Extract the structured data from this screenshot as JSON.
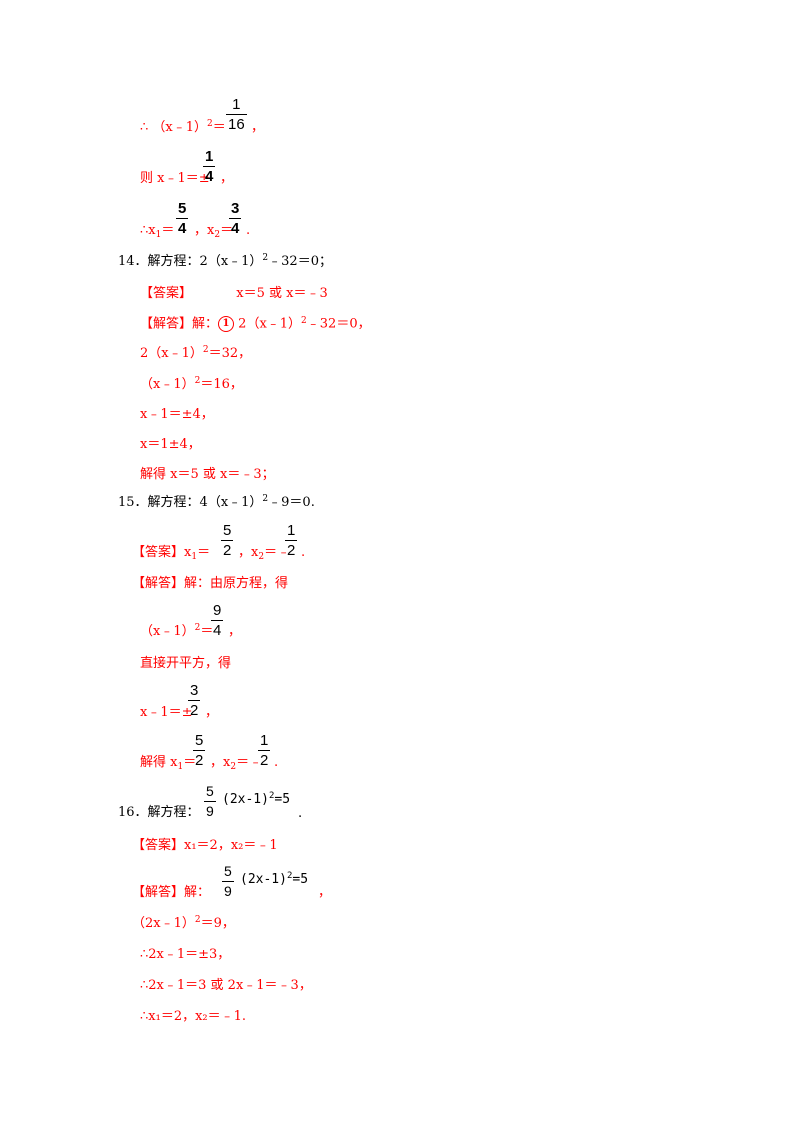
{
  "s1": {
    "therefore": "∴",
    "lhs": "（x﹣1）",
    "exp": "2",
    "eq": "＝",
    "frac": {
      "num": "1",
      "den": "16"
    },
    "tail": "，"
  },
  "s2": {
    "pre": "则 x﹣1＝±",
    "frac": {
      "num": "1",
      "den": "4"
    },
    "tail": "，"
  },
  "s3": {
    "therefore": "∴",
    "x1": "x",
    "x1sub": "1",
    "eq1": "＝",
    "frac1": {
      "num": "5",
      "den": "4"
    },
    "sep": "，",
    "x2": "x",
    "x2sub": "2",
    "eq2": "＝",
    "frac2": {
      "num": "3",
      "den": "4"
    },
    "tail": "."
  },
  "q14": {
    "num": "14．解方程：2（x﹣1）",
    "exp": "2",
    "rest": "﹣32＝0；",
    "answer_label": "【答案】",
    "answer": "x＝5 或 x＝﹣3",
    "solution_label": "【解答】",
    "solution_pre": "解：",
    "circle": "1",
    "solution_eq_a": "2（x﹣1）",
    "solution_eq_exp": "2",
    "solution_eq_b": "﹣32＝0，",
    "steps": [
      {
        "a": "2（x﹣1）",
        "exp": "2",
        "b": "＝32，"
      },
      {
        "a": "（x﹣1）",
        "exp": "2",
        "b": "＝16，"
      },
      {
        "a": "x﹣1＝±4，",
        "exp": "",
        "b": ""
      },
      {
        "a": "x＝1±4，",
        "exp": "",
        "b": ""
      },
      {
        "a": "解得 x＝5 或 x＝﹣3；",
        "exp": "",
        "b": ""
      }
    ]
  },
  "q15": {
    "num": "15．解方程：4（x﹣1）",
    "exp": "2",
    "rest": "﹣9＝0.",
    "answer_label": "【答案】",
    "answer_x1": "x",
    "answer_x1sub": "1",
    "answer_eq1": "＝",
    "answer_frac1": {
      "num": "5",
      "den": "2"
    },
    "answer_sep": "，",
    "answer_x2": "x",
    "answer_x2sub": "2",
    "answer_eq2": "＝﹣",
    "answer_frac2": {
      "num": "1",
      "den": "2"
    },
    "answer_tail": ".",
    "solution_label": "【解答】",
    "solution_text": "解：由原方程，得",
    "step1_lhs": "（x﹣1）",
    "step1_exp": "2",
    "step1_eq": "＝",
    "step1_frac": {
      "num": "9",
      "den": "4"
    },
    "step1_tail": "，",
    "step2_text": "直接开平方，得",
    "step3_pre": "x﹣1＝±",
    "step3_frac": {
      "num": "3",
      "den": "2"
    },
    "step3_tail": "，",
    "step4_pre": "解得 x",
    "step4_sub": "1",
    "step4_eq1": "＝",
    "step4_frac1": {
      "num": "5",
      "den": "2"
    },
    "step4_sep": "，x",
    "step4_sub2": "2",
    "step4_eq2": "＝﹣",
    "step4_frac2": {
      "num": "1",
      "den": "2"
    },
    "step4_tail": "."
  },
  "q16": {
    "num": "16．解方程：",
    "frac": {
      "num": "5",
      "den": "9"
    },
    "expr": "(2x-1)",
    "exp": "2",
    "rhs": "=5",
    "tail": ".",
    "answer_label": "【答案】",
    "answer": "x₁＝2，x₂＝﹣1",
    "solution_label": "【解答】",
    "solution_pre": "解：",
    "sol_frac": {
      "num": "5",
      "den": "9"
    },
    "sol_expr": "(2x-1)",
    "sol_exp": "2",
    "sol_rhs": "=5",
    "sol_tail": "，",
    "steps": [
      {
        "a": "（2x﹣1）",
        "exp": "2",
        "b": "＝9，"
      },
      {
        "a": "∴2x﹣1＝±3，",
        "exp": "",
        "b": ""
      },
      {
        "a": "∴2x﹣1＝3 或 2x﹣1＝﹣3，",
        "exp": "",
        "b": ""
      },
      {
        "a": "∴x₁＝2，x₂＝﹣1.",
        "exp": "",
        "b": ""
      }
    ]
  }
}
